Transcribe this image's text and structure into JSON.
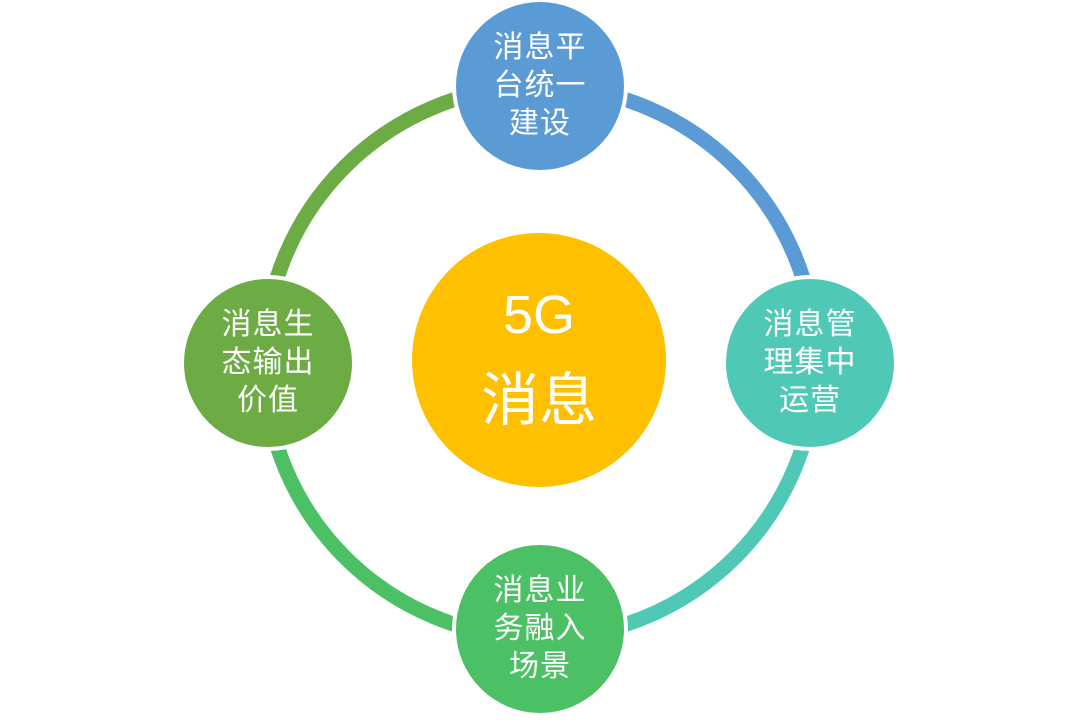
{
  "diagram": {
    "center": {
      "line1": "5G",
      "line2": "消息",
      "color": "#FFC000"
    },
    "nodes": [
      {
        "id": "top",
        "label": "消息平台统一建设",
        "color": "#5B9BD5"
      },
      {
        "id": "right",
        "label": "消息管理集中运营",
        "color": "#4FC9B6"
      },
      {
        "id": "bottom",
        "label": "消息业务融入场景",
        "color": "#4CC064"
      },
      {
        "id": "left",
        "label": "消息生态输出价值",
        "color": "#6DAC45"
      }
    ],
    "arc_colors": {
      "top_to_right": "#5B9BD5",
      "right_to_bottom": "#4FC9B6",
      "bottom_to_left": "#4CC064",
      "left_to_top": "#6DAC45"
    }
  }
}
